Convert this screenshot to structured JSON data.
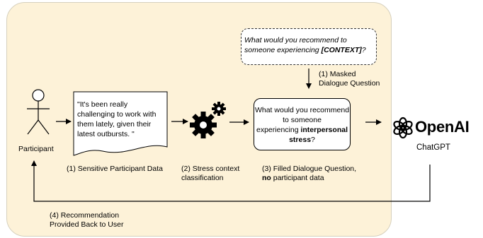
{
  "participant": {
    "label": "Participant"
  },
  "sensitive_data": {
    "quote": "\"It's been really challenging to work with them lately, given their latest outbursts. \"",
    "caption": "(1) Sensitive Participant Data"
  },
  "masked_question": {
    "line1": "What would you recommend to",
    "line2_prefix": "someone experiencing ",
    "context_token": "[CONTEXT]",
    "line2_suffix": "?",
    "caption_line1": "(1) Masked",
    "caption_line2": "Dialogue Question"
  },
  "stress_classification": {
    "caption_line1": "(2) Stress context",
    "caption_line2": "classification"
  },
  "filled_question": {
    "line1": "What would you recommend",
    "line2": "to someone",
    "line3_prefix": "experiencing ",
    "line3_bold": "interpersonal",
    "line4_bold": "stress",
    "line4_suffix": "?",
    "caption_line1": "(3) Filled Dialogue Question,",
    "caption_line2_bold": "no",
    "caption_line2_rest": " participant data"
  },
  "chatgpt": {
    "brand": "OpenAI",
    "label": "ChatGPT"
  },
  "recommendation": {
    "caption_line1": "(4) Recommendation",
    "caption_line2": "Provided Back to User"
  },
  "colors": {
    "panel_fill": "#fdf2d8",
    "panel_stroke": "#d6d0bd",
    "line": "#000000"
  }
}
